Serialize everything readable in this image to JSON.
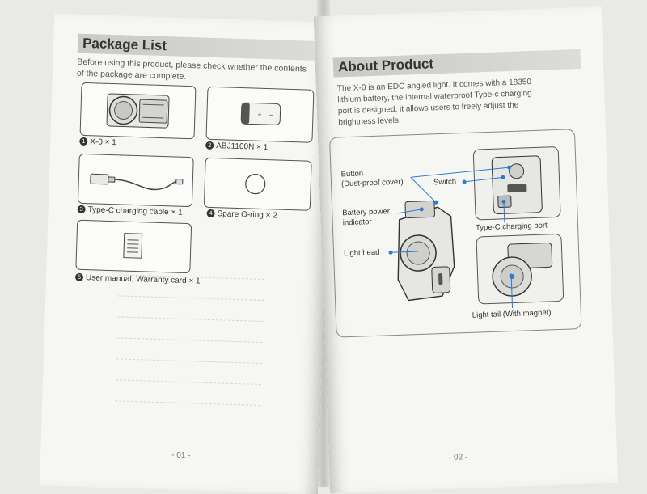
{
  "left_page": {
    "heading": "Package List",
    "intro_line1": "Before using this product, please check whether the contents",
    "intro_line2": "of the package are complete.",
    "items": [
      {
        "num": "1",
        "label": "X-0 × 1",
        "icon": "flashlight-icon"
      },
      {
        "num": "2",
        "label": "ABJ1100N × 1",
        "icon": "battery-icon"
      },
      {
        "num": "3",
        "label": "Type-C charging cable × 1",
        "icon": "cable-icon"
      },
      {
        "num": "4",
        "label": "Spare O-ring × 2",
        "icon": "o-ring-icon"
      },
      {
        "num": "5",
        "label": "User manual, Warranty card × 1",
        "icon": "manual-icon"
      }
    ],
    "page_number": "- 01 -"
  },
  "right_page": {
    "heading": "About Product",
    "intro_lines": [
      "The X-0 is an EDC angled light. It comes with a 18350",
      "lithium battery, the internal waterproof Type-c charging",
      "port is designed, it allows users to freely adjust the",
      "brightness levels."
    ],
    "callouts": {
      "button_line1": "Button",
      "button_line2": "(Dust-proof cover)",
      "switch": "Switch",
      "battery_line1": "Battery power",
      "battery_line2": "indicator",
      "light_head": "Light head",
      "type_c": "Type-C charging port",
      "light_tail": "Light tail (With magnet)"
    },
    "page_number": "- 02 -"
  },
  "colors": {
    "paper": "#f6f6f3",
    "callout_blue": "#2b7bd6",
    "ink": "#333333"
  }
}
